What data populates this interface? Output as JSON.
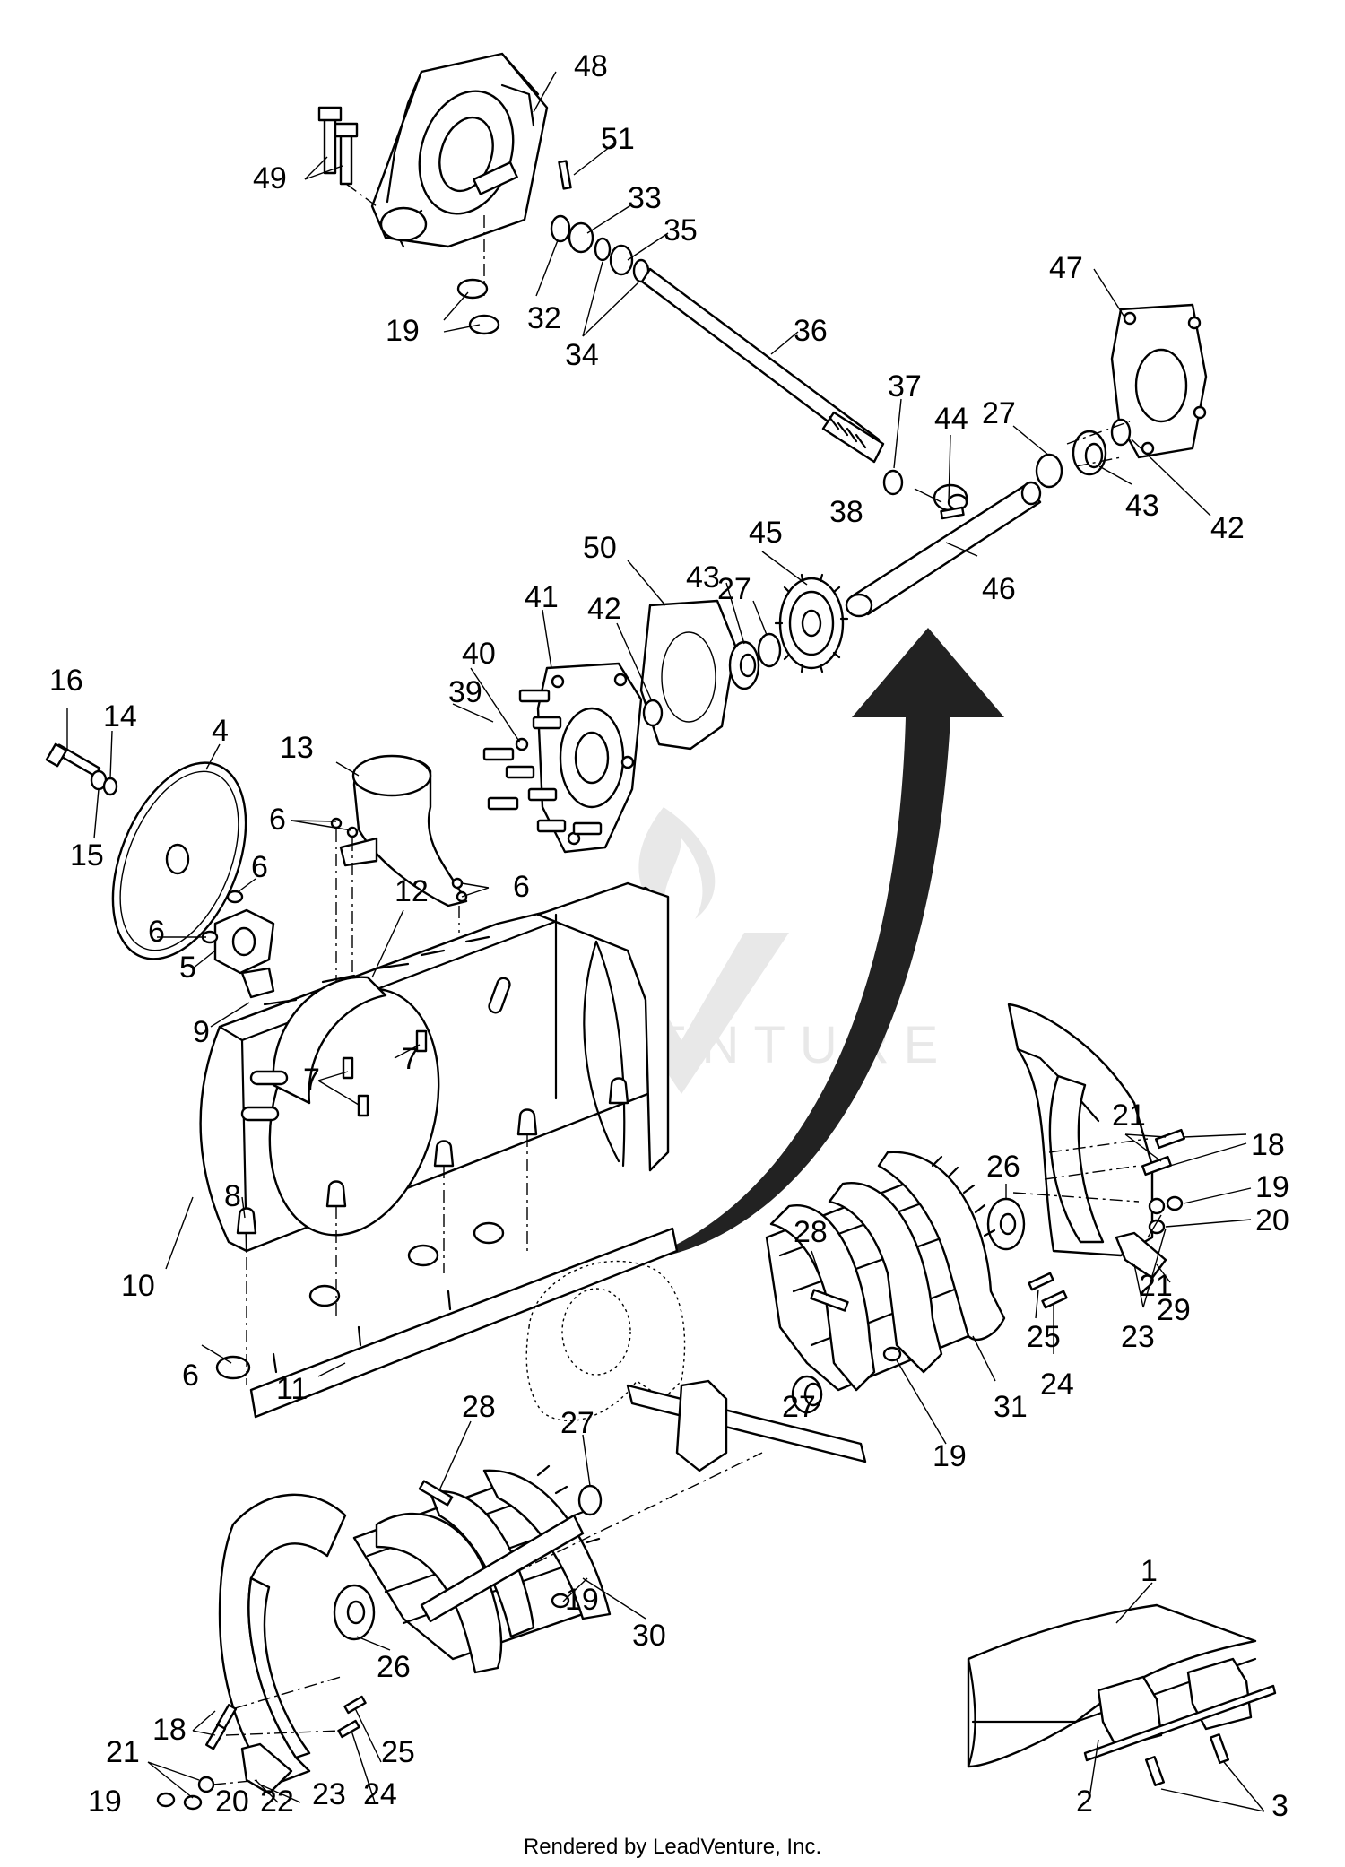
{
  "footer": "Rendered by LeadVenture, Inc.",
  "watermark": "LEADVENTURE",
  "labels": [
    {
      "id": "l48",
      "text": "48"
    },
    {
      "id": "l51",
      "text": "51"
    },
    {
      "id": "l49",
      "text": "49"
    },
    {
      "id": "l33",
      "text": "33"
    },
    {
      "id": "l35",
      "text": "35"
    },
    {
      "id": "l19a",
      "text": "19"
    },
    {
      "id": "l32",
      "text": "32"
    },
    {
      "id": "l34",
      "text": "34"
    },
    {
      "id": "l36",
      "text": "36"
    },
    {
      "id": "l47",
      "text": "47"
    },
    {
      "id": "l37",
      "text": "37"
    },
    {
      "id": "l44",
      "text": "44"
    },
    {
      "id": "l27a",
      "text": "27"
    },
    {
      "id": "l38",
      "text": "38"
    },
    {
      "id": "l43a",
      "text": "43"
    },
    {
      "id": "l42a",
      "text": "42"
    },
    {
      "id": "l50",
      "text": "50"
    },
    {
      "id": "l45",
      "text": "45"
    },
    {
      "id": "l43b",
      "text": "43"
    },
    {
      "id": "l27b",
      "text": "27"
    },
    {
      "id": "l42b",
      "text": "42"
    },
    {
      "id": "l46",
      "text": "46"
    },
    {
      "id": "l41",
      "text": "41"
    },
    {
      "id": "l40",
      "text": "40"
    },
    {
      "id": "l39",
      "text": "39"
    },
    {
      "id": "l16",
      "text": "16"
    },
    {
      "id": "l14",
      "text": "14"
    },
    {
      "id": "l4",
      "text": "4"
    },
    {
      "id": "l13",
      "text": "13"
    },
    {
      "id": "l6a",
      "text": "6"
    },
    {
      "id": "l15",
      "text": "15"
    },
    {
      "id": "l6b",
      "text": "6"
    },
    {
      "id": "l6c",
      "text": "6"
    },
    {
      "id": "l12",
      "text": "12"
    },
    {
      "id": "l6d",
      "text": "6"
    },
    {
      "id": "l5",
      "text": "5"
    },
    {
      "id": "l9",
      "text": "9"
    },
    {
      "id": "l7a",
      "text": "7"
    },
    {
      "id": "l7b",
      "text": "7"
    },
    {
      "id": "l8",
      "text": "8"
    },
    {
      "id": "l10",
      "text": "10"
    },
    {
      "id": "l6e",
      "text": "6"
    },
    {
      "id": "l11",
      "text": "11"
    },
    {
      "id": "l21a",
      "text": "21"
    },
    {
      "id": "l18a",
      "text": "18"
    },
    {
      "id": "l26a",
      "text": "26"
    },
    {
      "id": "l19b",
      "text": "19"
    },
    {
      "id": "l20a",
      "text": "20"
    },
    {
      "id": "l28a",
      "text": "28"
    },
    {
      "id": "l21b",
      "text": "21"
    },
    {
      "id": "l29",
      "text": "29"
    },
    {
      "id": "l25a",
      "text": "25"
    },
    {
      "id": "l23a",
      "text": "23"
    },
    {
      "id": "l24a",
      "text": "24"
    },
    {
      "id": "l27c",
      "text": "27"
    },
    {
      "id": "l31",
      "text": "31"
    },
    {
      "id": "l19c",
      "text": "19"
    },
    {
      "id": "l28b",
      "text": "28"
    },
    {
      "id": "l27d",
      "text": "27"
    },
    {
      "id": "l19d",
      "text": "19"
    },
    {
      "id": "l30",
      "text": "30"
    },
    {
      "id": "l26b",
      "text": "26"
    },
    {
      "id": "l18b",
      "text": "18"
    },
    {
      "id": "l25b",
      "text": "25"
    },
    {
      "id": "l24b",
      "text": "24"
    },
    {
      "id": "l21c",
      "text": "21"
    },
    {
      "id": "l23b",
      "text": "23"
    },
    {
      "id": "l19e",
      "text": "19"
    },
    {
      "id": "l20b",
      "text": "20"
    },
    {
      "id": "l22",
      "text": "22"
    },
    {
      "id": "l1",
      "text": "1"
    },
    {
      "id": "l2",
      "text": "2"
    },
    {
      "id": "l3",
      "text": "3"
    }
  ]
}
